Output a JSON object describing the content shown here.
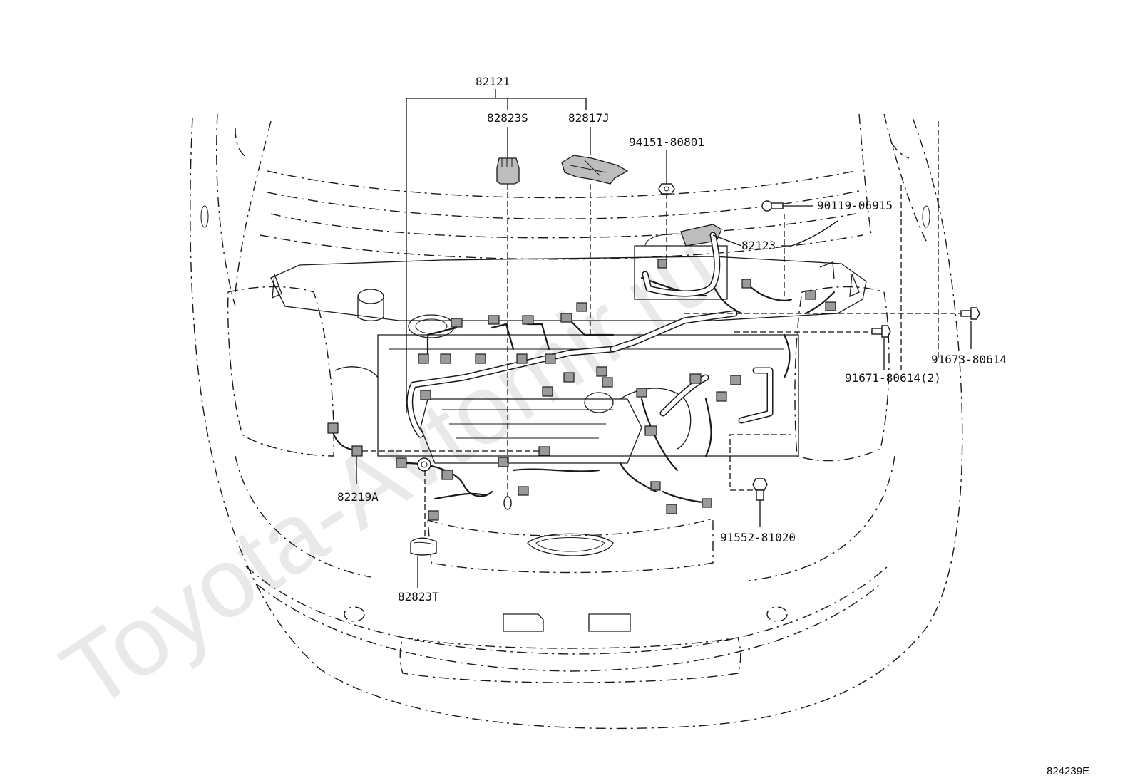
{
  "watermark": "Toyota-Avtomir.ru",
  "drawing_code": "824239E",
  "callouts": {
    "p82121": "82121",
    "p82823S": "82823S",
    "p82817J": "82817J",
    "p94151": "94151-80801",
    "p90119": "90119-06915",
    "p82123": "82123",
    "p91673": "91673-80614",
    "p91671": "91671-80614(2)",
    "p82219A": "82219A",
    "p91552": "91552-81020",
    "p82823T": "82823T"
  }
}
